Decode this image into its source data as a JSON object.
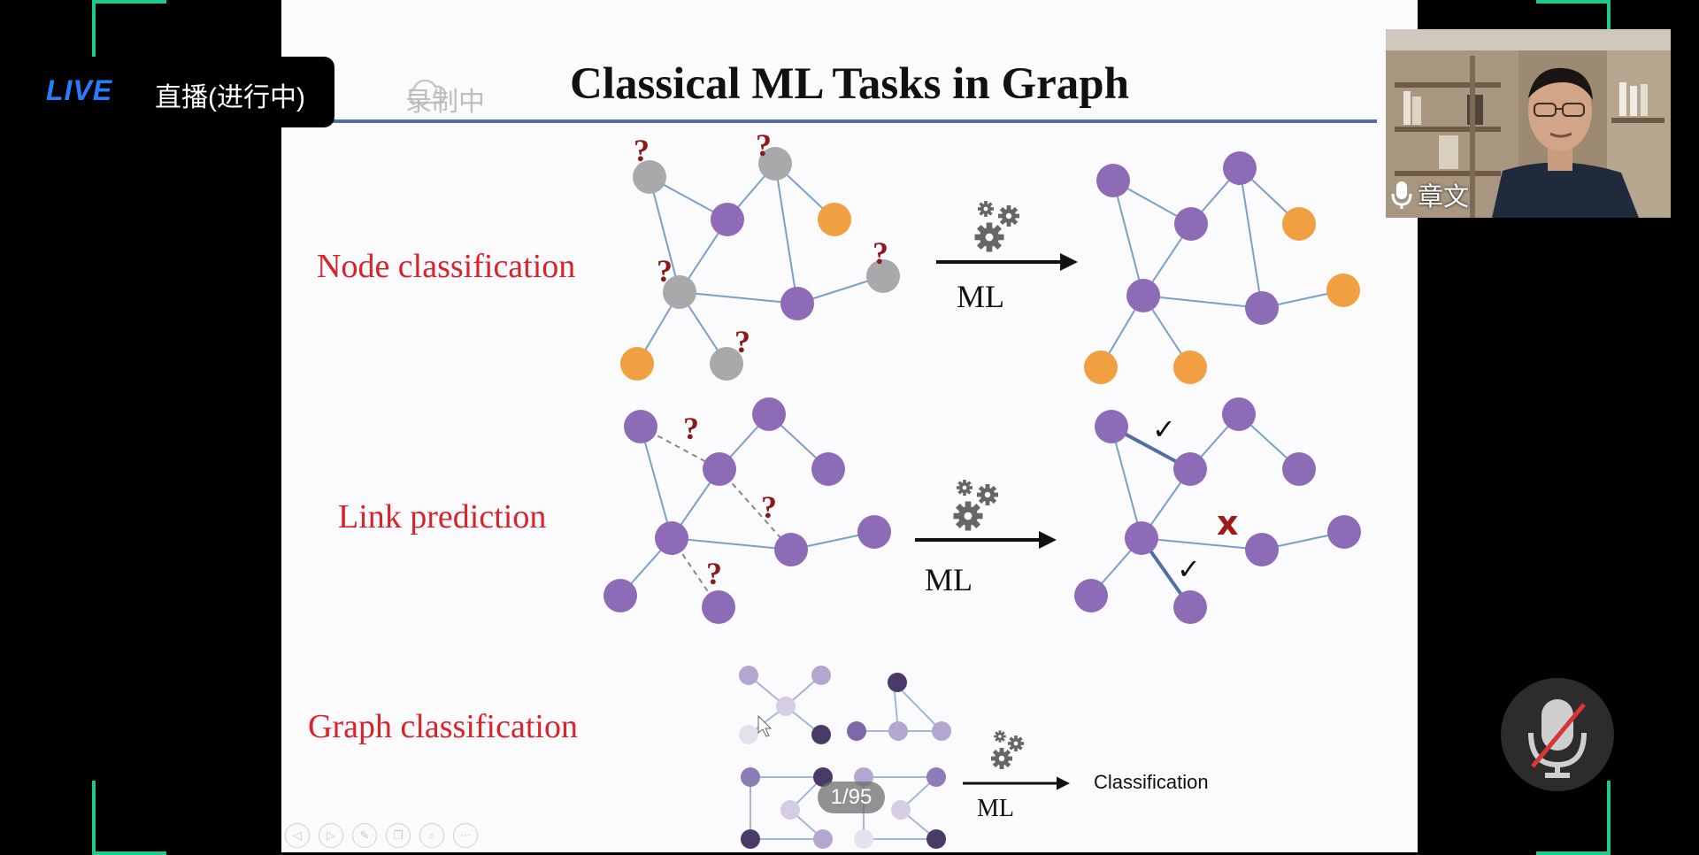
{
  "live_badge": {
    "live": "LIVE",
    "status": "直播(进行中)"
  },
  "slide": {
    "title": "Classical ML Tasks in Graph",
    "recording": "录制中",
    "tasks": {
      "node": "Node classification",
      "link": "Link prediction",
      "graph": "Graph classification"
    },
    "ml": "ML",
    "question": "?",
    "check": "✓",
    "cross": "x",
    "classification": "Classification",
    "page": "1/95",
    "colors": {
      "purple": "#8e6bb6",
      "gray": "#a9a9ab",
      "orange": "#f0a040",
      "edge": "#7aa0c8",
      "title_rule": "#4f6fa6",
      "task_text": "#d8232a"
    },
    "nav_icons": [
      "prev-icon",
      "next-icon",
      "pen-icon",
      "copy-icon",
      "zoom-icon",
      "more-icon"
    ]
  },
  "webcam": {
    "name": "章文",
    "mic": "mic-icon"
  },
  "mute": {
    "icon": "mic-muted-icon"
  }
}
